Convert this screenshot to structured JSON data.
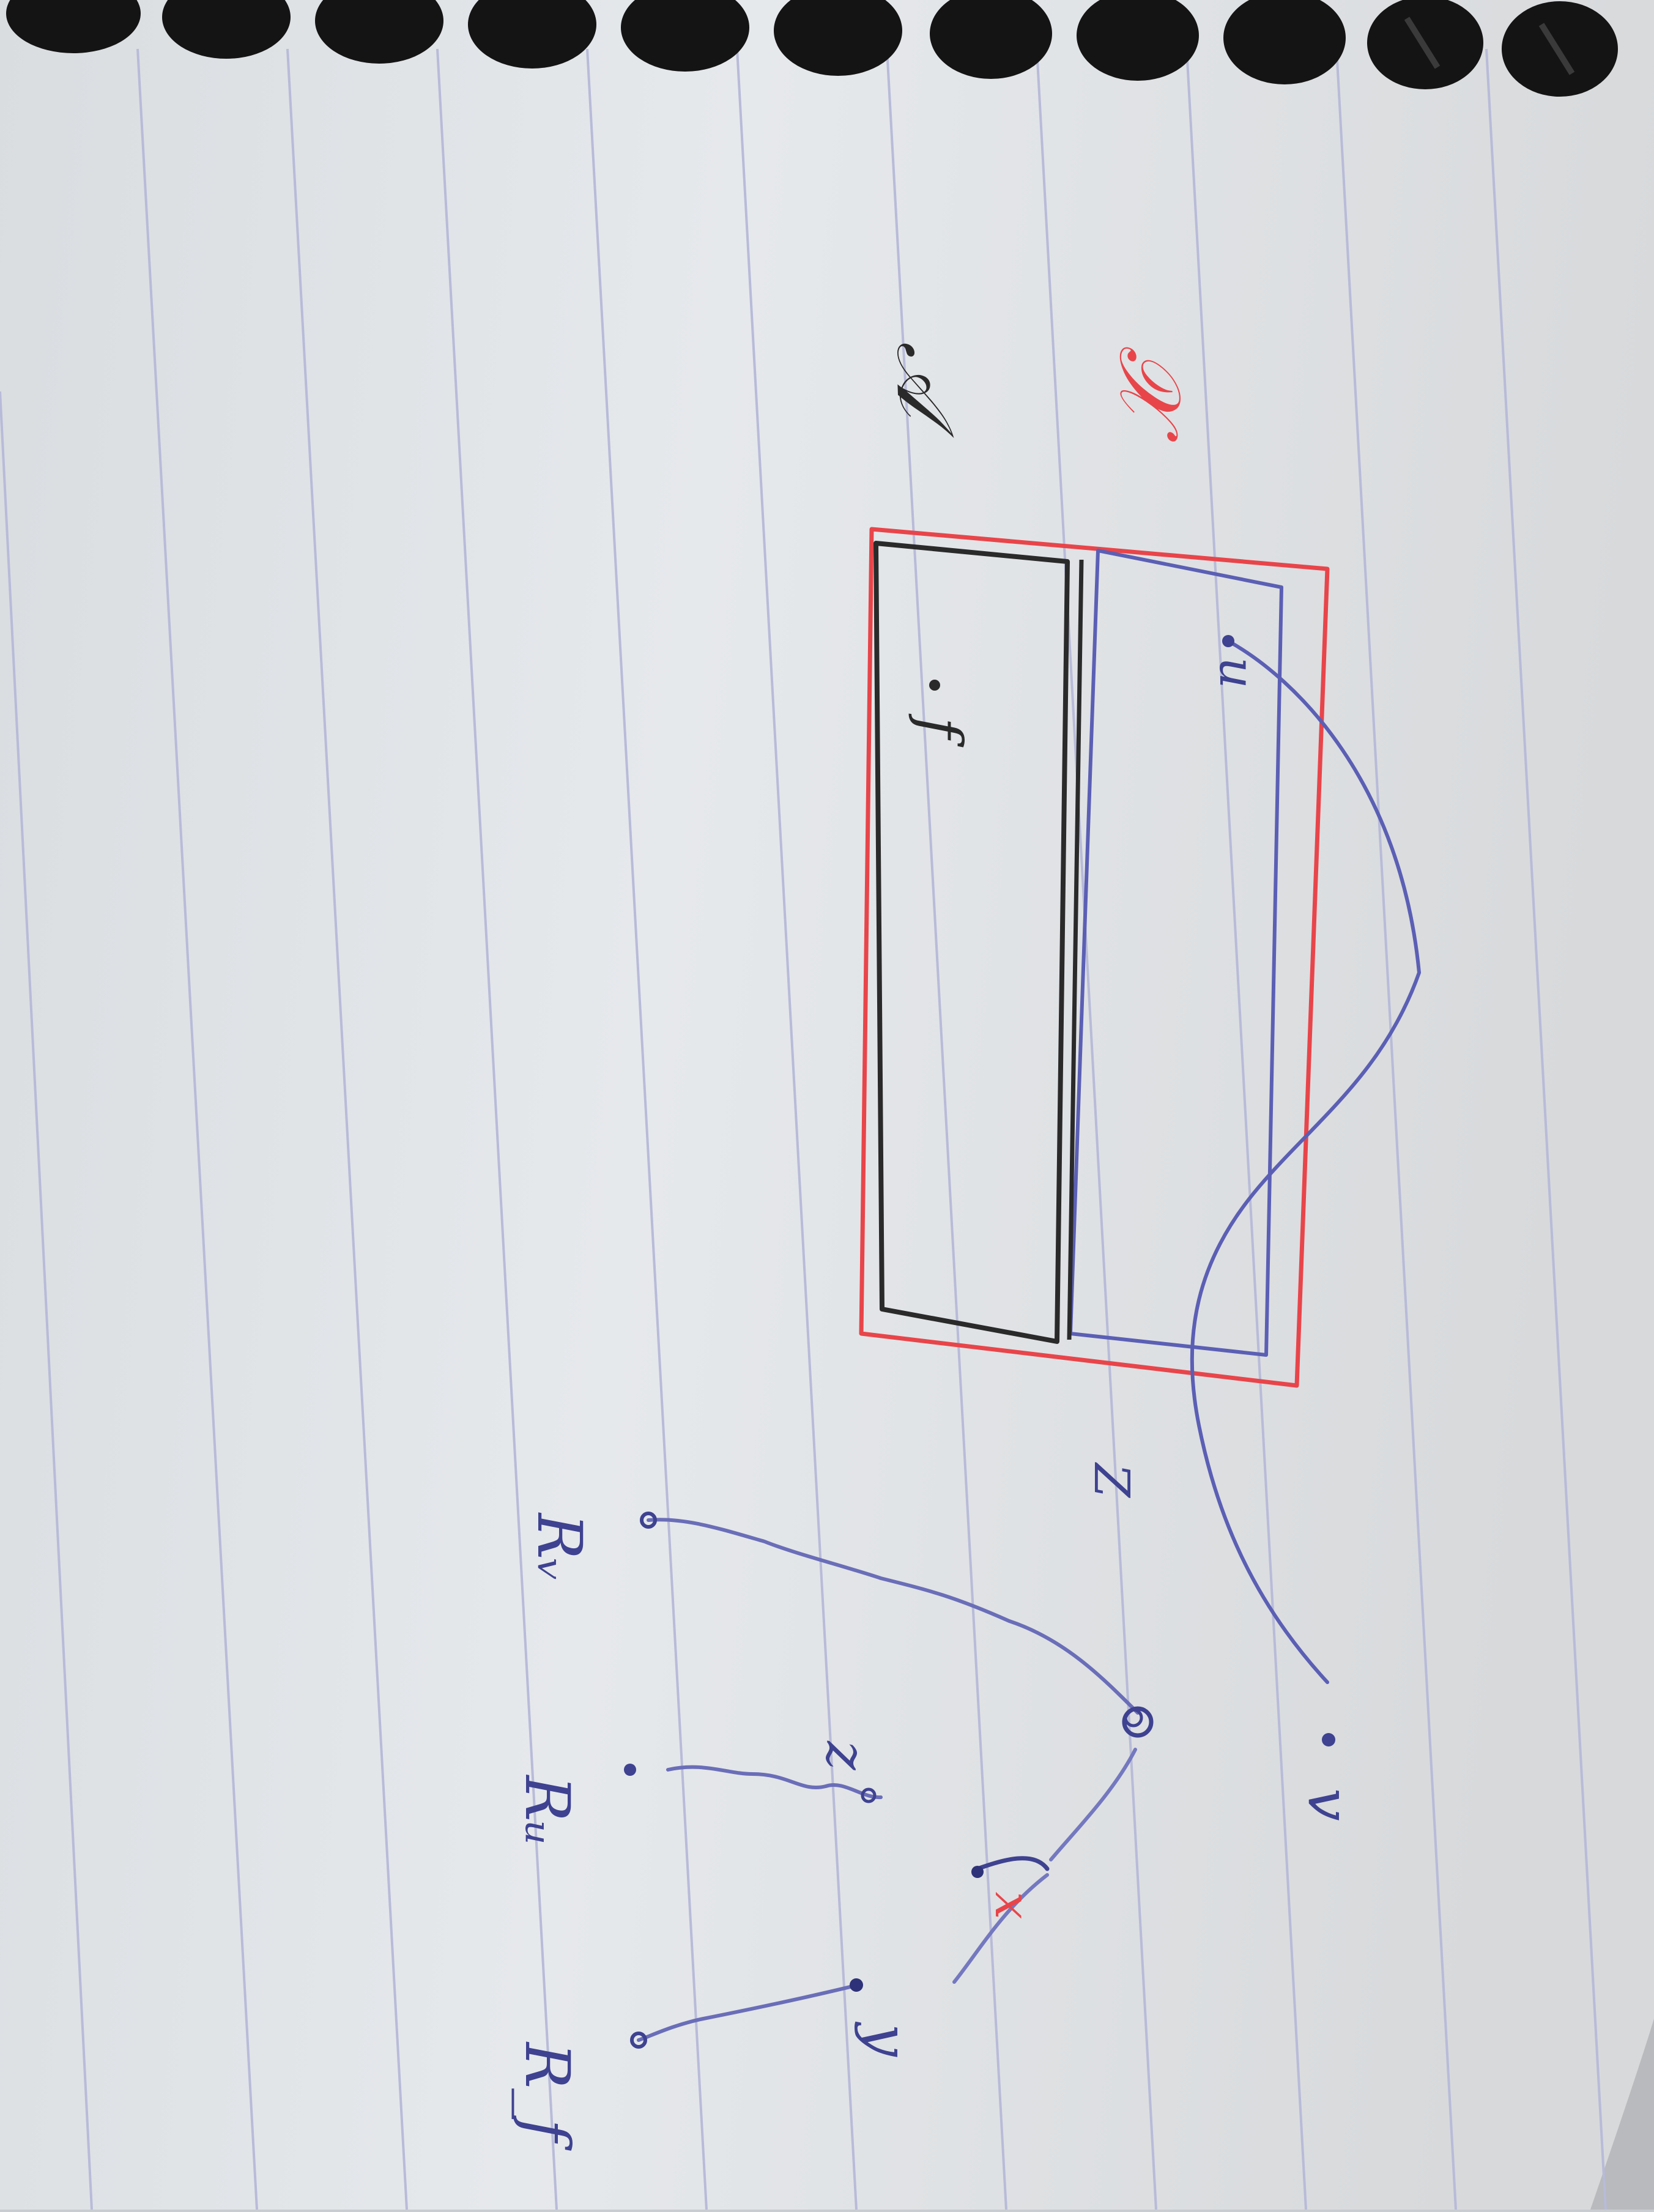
{
  "labels": {
    "A": "𝒜",
    "X": "𝒳",
    "u": "u",
    "f": "f",
    "v": "v",
    "Z": "Z",
    "z": "z",
    "x": "x",
    "y": "y",
    "Rv": "Rᵥ",
    "Ru": "Rᵤ",
    "Rf": "R_f"
  },
  "colors": {
    "paper": "#e4e7ea",
    "rule_line": "#b6b9d6",
    "ink_red": "#e8454a",
    "ink_blue": "#5b5fb4",
    "ink_black": "#2a2a2a",
    "ring": "#151515",
    "paper_edge": "#bfc1c4"
  },
  "notebook": {
    "ruled": true,
    "spiral_binding": "top"
  }
}
